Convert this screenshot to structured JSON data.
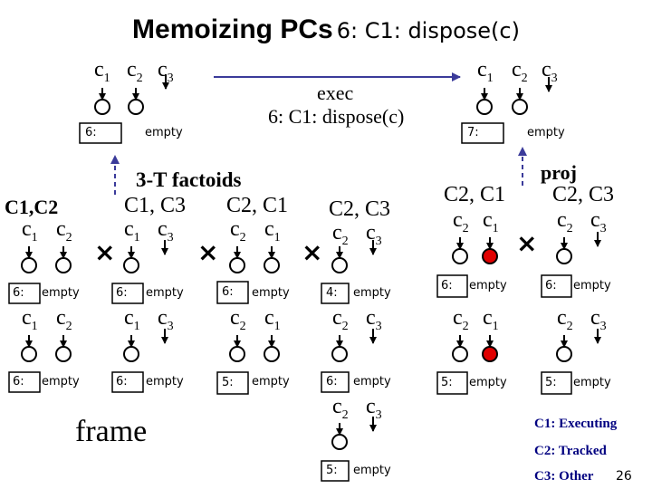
{
  "title": {
    "main": "Memoizing PCs",
    "sub": "6: C1: dispose(c)"
  },
  "colors": {
    "legend": "#000080",
    "arrow": "#3b3b9a",
    "executing": "#e00000"
  },
  "exec": {
    "line1": "exec",
    "line2": "6: C1: dispose(c)"
  },
  "states": {
    "left": {
      "c1": "c",
      "c1sub": "1",
      "c2": "c",
      "c2sub": "2",
      "c3": "c",
      "c3sub": "3",
      "pc": "6:",
      "val": "empty"
    },
    "right": {
      "c1": "c",
      "c1sub": "1",
      "c2": "c",
      "c2sub": "2",
      "c3": "c",
      "c3sub": "3",
      "pc": "7:",
      "val": "empty"
    }
  },
  "factoids_label": "3-T factoids",
  "proj_label": "proj",
  "frame_label": "frame",
  "cross_glyph": "×",
  "groups": {
    "g1": {
      "title": "C1,C2",
      "r1a": "c",
      "r1as": "1",
      "r1b": "c",
      "r1bs": "2",
      "r1pc": "6:",
      "r1v": "empty",
      "r2a": "c",
      "r2as": "1",
      "r2b": "c",
      "r2bs": "2",
      "r2pc": "6:",
      "r2v": "empty"
    },
    "g2": {
      "title": "C1, C3",
      "r1a": "c",
      "r1as": "1",
      "r1b": "c",
      "r1bs": "3",
      "r1pc": "6:",
      "r1v": "empty",
      "r2a": "c",
      "r2as": "1",
      "r2b": "c",
      "r2bs": "3",
      "r2pc": "6:",
      "r2v": "empty"
    },
    "g3": {
      "title": "C2, C1",
      "r1a": "c",
      "r1as": "2",
      "r1b": "c",
      "r1bs": "1",
      "r1pc": "6:",
      "r1v": "empty",
      "r2a": "c",
      "r2as": "2",
      "r2b": "c",
      "r2bs": "1",
      "r2pc": "5:",
      "r2v": "empty"
    },
    "g4": {
      "title": "C2, C3",
      "r1a": "c",
      "r1as": "2",
      "r1b": "c",
      "r1bs": "3",
      "r1pc": "4:",
      "r1v": "empty",
      "r2a": "c",
      "r2as": "2",
      "r2b": "c",
      "r2bs": "3",
      "r2pc": "6:",
      "r2v": "empty",
      "r3a": "c",
      "r3as": "2",
      "r3b": "c",
      "r3bs": "3",
      "r3pc": "5:",
      "r3v": "empty"
    },
    "g5": {
      "title": "C2, C1",
      "r1a": "c",
      "r1as": "2",
      "r1b": "c",
      "r1bs": "1",
      "r1pc": "6:",
      "r1v": "empty",
      "r2a": "c",
      "r2as": "2",
      "r2b": "c",
      "r2bs": "1",
      "r2pc": "5:",
      "r2v": "empty"
    },
    "g6": {
      "title": "C2, C3",
      "r1a": "c",
      "r1as": "2",
      "r1b": "c",
      "r1bs": "3",
      "r1pc": "6:",
      "r1v": "empty",
      "r2a": "c",
      "r2as": "2",
      "r2b": "c",
      "r2bs": "3",
      "r2pc": "5:",
      "r2v": "empty"
    }
  },
  "legend": {
    "executing": "C1: Executing",
    "tracked": "C2: Tracked",
    "other": "C3: Other"
  },
  "page_number": "26"
}
